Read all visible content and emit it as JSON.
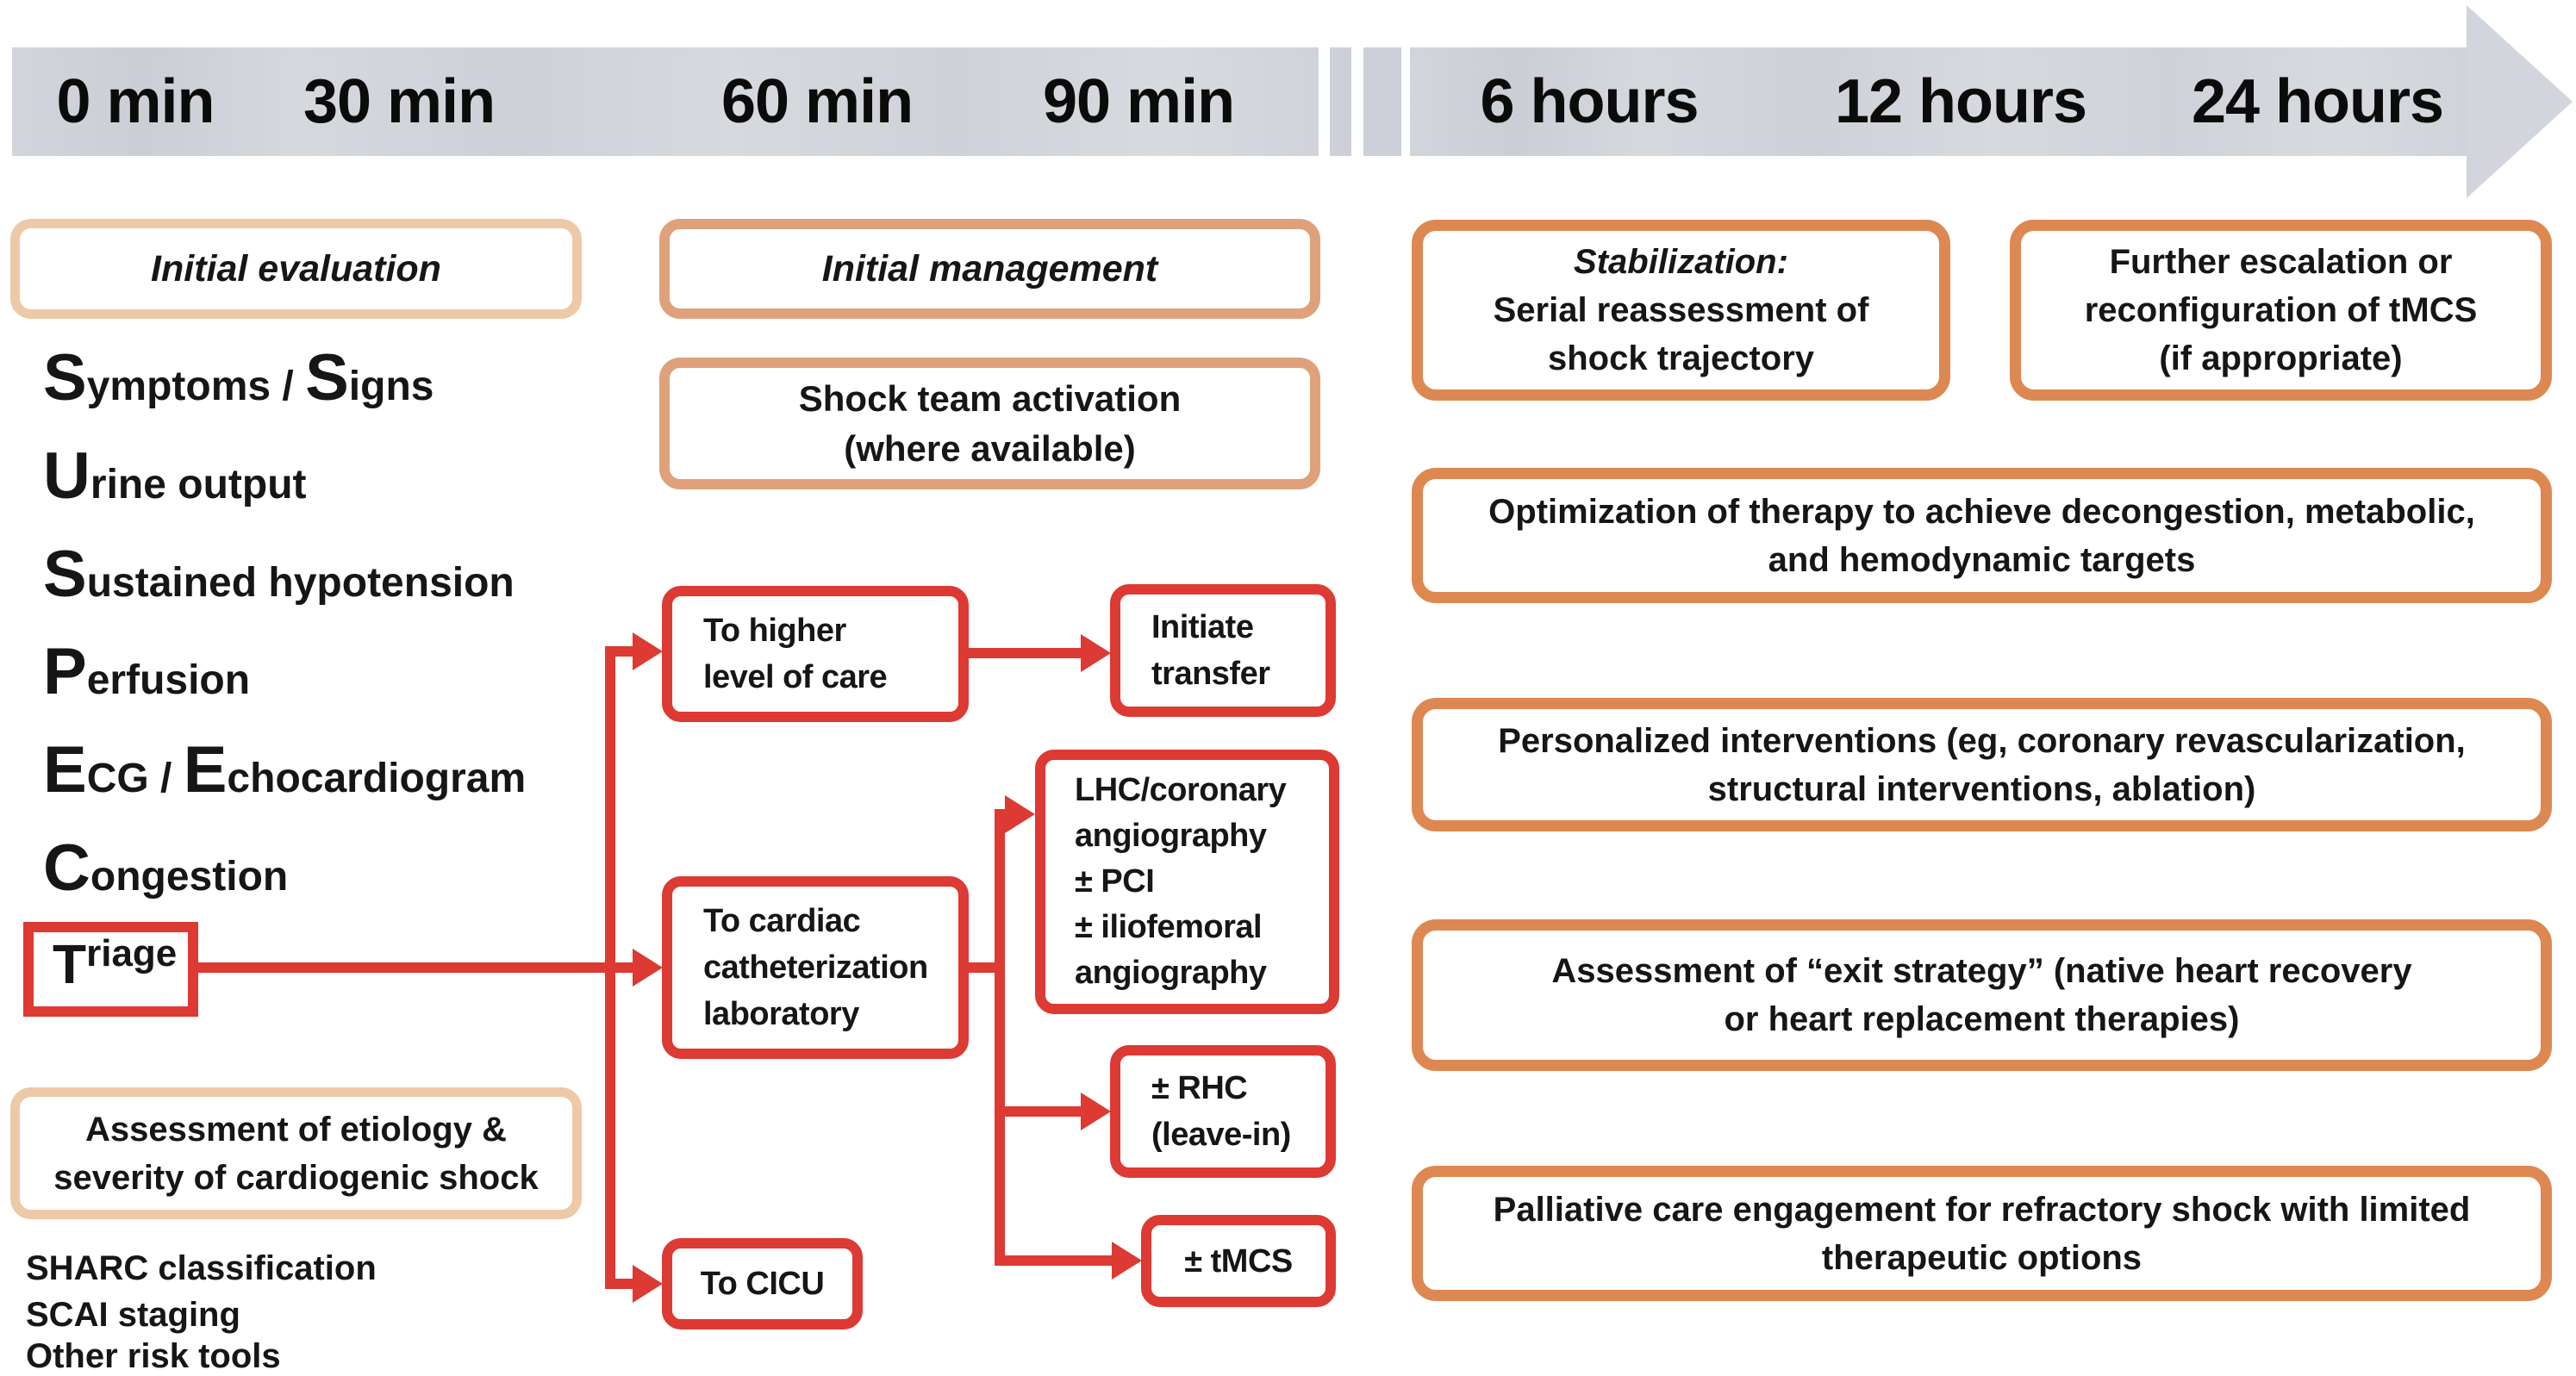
{
  "timeline": {
    "labels": [
      "0 min",
      "30 min",
      "60 min",
      "90 min",
      "6 hours",
      "12 hours",
      "24 hours"
    ]
  },
  "left": {
    "initial_evaluation_title": "Initial evaluation",
    "suspect_items": [
      {
        "p0": "S",
        "p1": "ymptoms / ",
        "p2": "S",
        "p3": "igns"
      },
      {
        "p0": "U",
        "p1": "rine output"
      },
      {
        "p0": "S",
        "p1": "ustained hypotension"
      },
      {
        "p0": "P",
        "p1": "erfusion"
      },
      {
        "p0": "E",
        "p1": "CG / ",
        "p2": "E",
        "p3": "chocardiogram"
      },
      {
        "p0": "C",
        "p1": "ongestion"
      }
    ],
    "triage": {
      "p0": "T",
      "p1": "riage"
    },
    "assessment_box": {
      "line1": "Assessment of etiology &",
      "line2": "severity of cardiogenic shock"
    },
    "risk_tools": [
      {
        "strong": "SHARC",
        "rest": " classification"
      },
      {
        "strong": "SCAI",
        "rest": " staging"
      },
      {
        "strong": "",
        "rest": "Other risk tools"
      }
    ]
  },
  "middle": {
    "initial_management_title": "Initial management",
    "shock_team": {
      "line1": "Shock team activation",
      "line2": "(where available)"
    },
    "to_higher": {
      "line1": "To higher",
      "line2": "level of care"
    },
    "initiate_transfer": {
      "line1": "Initiate",
      "line2": "transfer"
    },
    "to_cath": {
      "line1": "To cardiac",
      "line2": "catheterization",
      "line3": "laboratory"
    },
    "lhc": {
      "line1": "LHC/coronary",
      "line2": "angiography",
      "line3": "± PCI",
      "line4": "± iliofemoral",
      "line5": "angiography"
    },
    "rhc": {
      "line1": "± RHC",
      "line2": "(leave-in)"
    },
    "tmcs_label": "± tMCS",
    "to_cicu_label": "To CICU"
  },
  "right": {
    "stabilization": {
      "line1": "Stabilization:",
      "line2": "Serial reassessment of",
      "line3": "shock trajectory"
    },
    "further_escalation": {
      "line1": "Further escalation or",
      "line2": "reconfiguration of tMCS",
      "line3": "(if appropriate)"
    },
    "optimization": {
      "line1": "Optimization of therapy to achieve decongestion, metabolic,",
      "line2": "and hemodynamic targets"
    },
    "personalized": {
      "line1": "Personalized interventions (eg, coronary revascularization,",
      "line2": "structural interventions, ablation)"
    },
    "exit_strategy": {
      "line1": "Assessment of “exit strategy” (native heart recovery",
      "line2": "or heart replacement therapies)"
    },
    "palliative": {
      "line1": "Palliative care engagement for refractory shock with limited",
      "line2": "therapeutic options"
    }
  },
  "colors": {
    "red": "#dc3a32",
    "orange": "#de8851",
    "tan": "#dfa17c",
    "peach": "#eec9a7",
    "timeline_gray": "#d2d5db",
    "text": "#161616"
  }
}
